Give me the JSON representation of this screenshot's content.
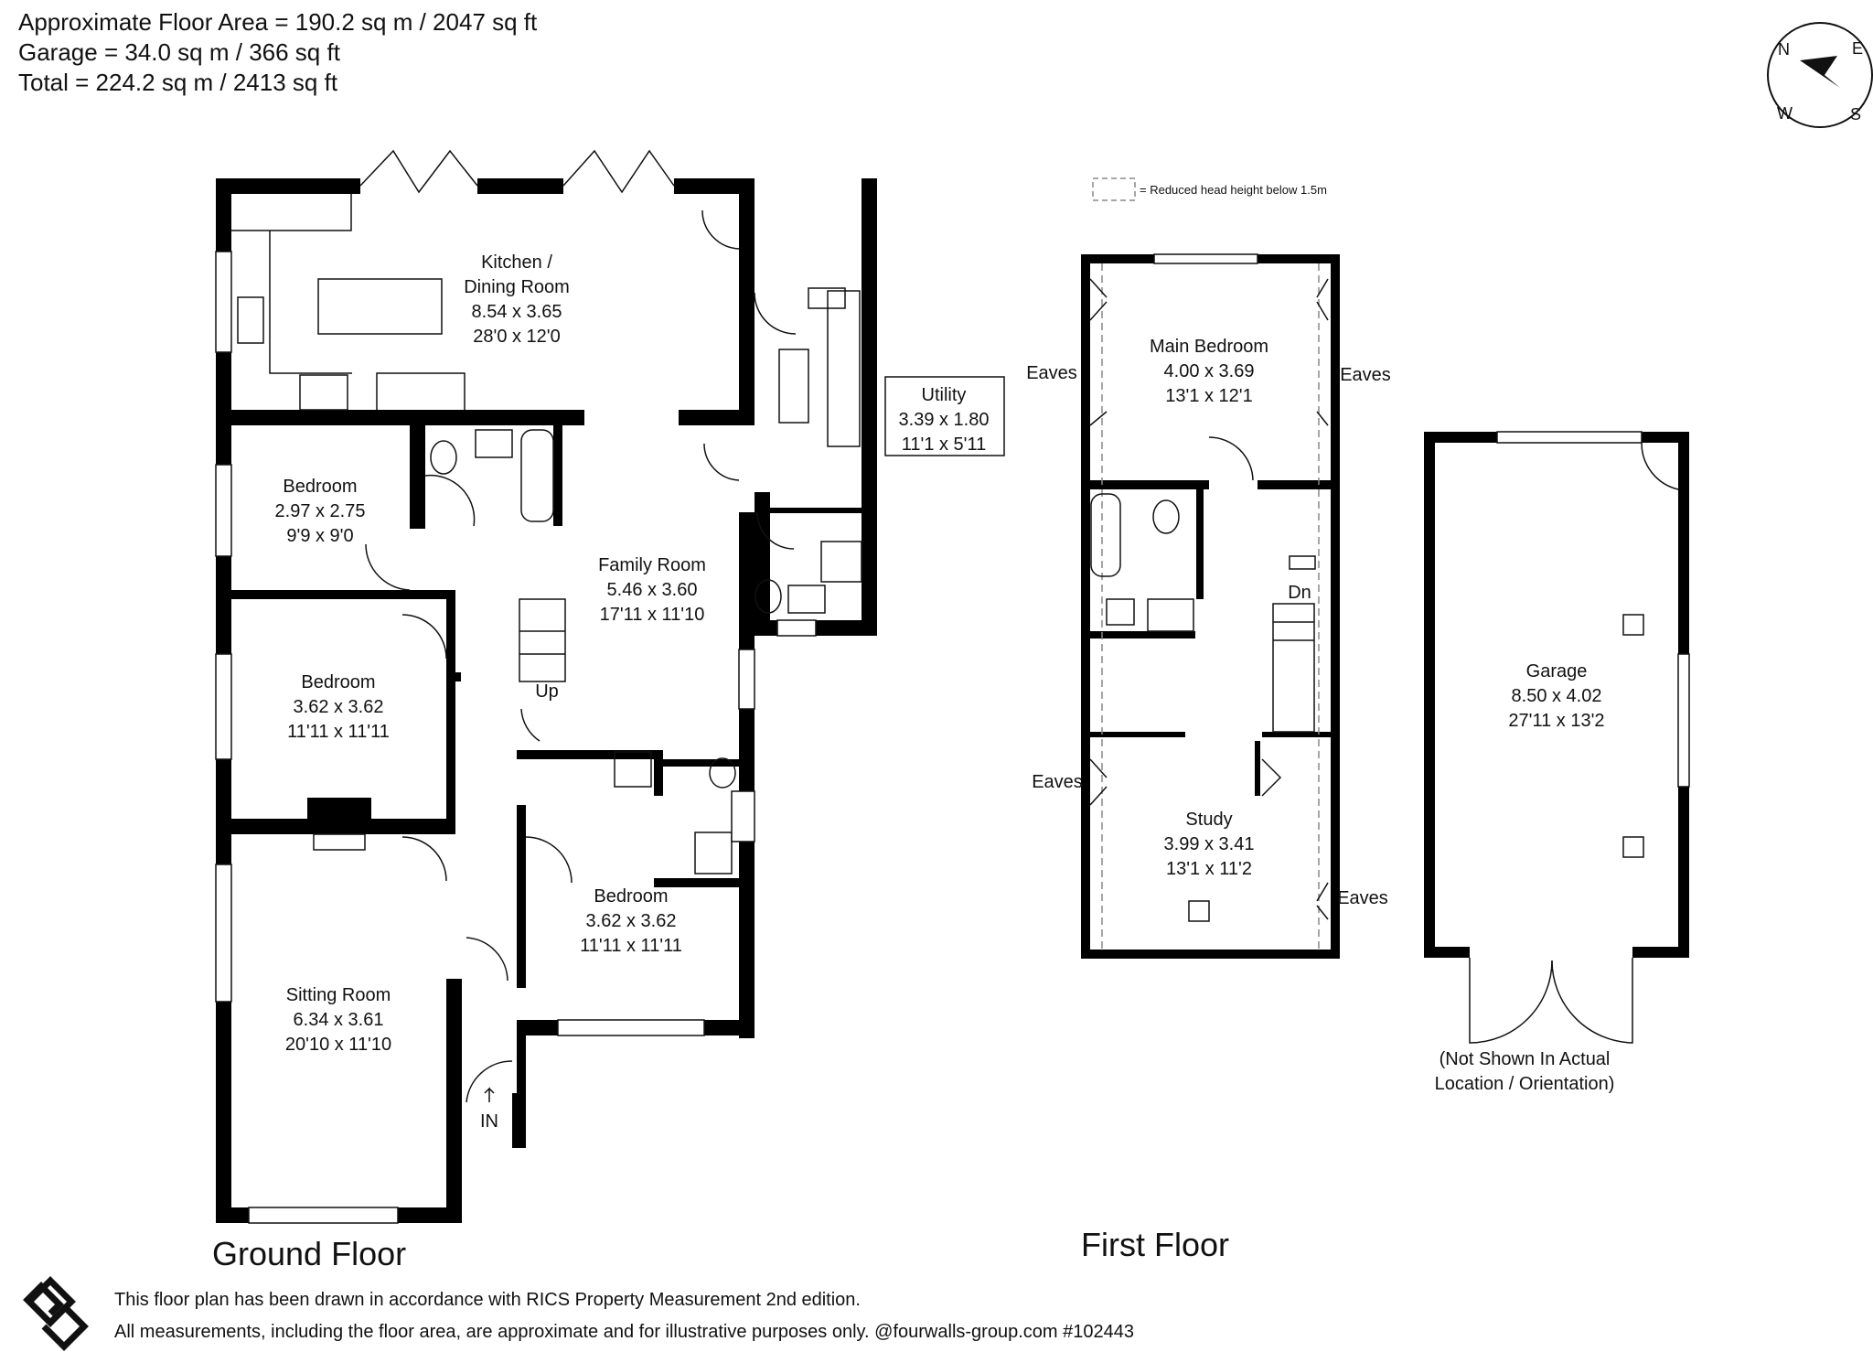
{
  "header": {
    "floor_area": "Approximate Floor Area = 190.2 sq m / 2047 sq ft",
    "garage_area": "Garage = 34.0 sq m / 366 sq ft",
    "total_area": "Total = 224.2 sq m / 2413 sq ft"
  },
  "compass": {
    "n": "N",
    "e": "E",
    "w": "W",
    "s": "S"
  },
  "legend": {
    "text": "= Reduced head height below 1.5m"
  },
  "ground_floor": {
    "title": "Ground Floor",
    "kitchen": {
      "name1": "Kitchen /",
      "name2": "Dining Room",
      "metric": "8.54 x 3.65",
      "imperial": "28'0 x 12'0"
    },
    "utility": {
      "name": "Utility",
      "metric": "3.39 x 1.80",
      "imperial": "11'1 x 5'11"
    },
    "bedroom1": {
      "name": "Bedroom",
      "metric": "2.97 x 2.75",
      "imperial": "9'9 x 9'0"
    },
    "bedroom2": {
      "name": "Bedroom",
      "metric": "3.62 x 3.62",
      "imperial": "11'11 x 11'11"
    },
    "bedroom3": {
      "name": "Bedroom",
      "metric": "3.62 x 3.62",
      "imperial": "11'11 x 11'11"
    },
    "family": {
      "name": "Family Room",
      "metric": "5.46 x 3.60",
      "imperial": "17'11 x 11'10"
    },
    "sitting": {
      "name": "Sitting Room",
      "metric": "6.34 x 3.61",
      "imperial": "20'10 x 11'10"
    },
    "up": "Up",
    "entrance": "IN"
  },
  "first_floor": {
    "title": "First Floor",
    "main_bedroom": {
      "name": "Main Bedroom",
      "metric": "4.00 x 3.69",
      "imperial": "13'1 x 12'1"
    },
    "study": {
      "name": "Study",
      "metric": "3.99 x 3.41",
      "imperial": "13'1 x 11'2"
    },
    "eaves": "Eaves",
    "down": "Dn"
  },
  "garage": {
    "name": "Garage",
    "metric": "8.50 x 4.02",
    "imperial": "27'11 x 13'2",
    "note1": "(Not Shown In Actual",
    "note2": "Location / Orientation)"
  },
  "footer": {
    "line1": "This floor plan has been drawn in accordance with RICS Property Measurement 2nd edition.",
    "line2": "All measurements, including the floor area, are approximate and for illustrative purposes only. @fourwalls-group.com #102443"
  }
}
